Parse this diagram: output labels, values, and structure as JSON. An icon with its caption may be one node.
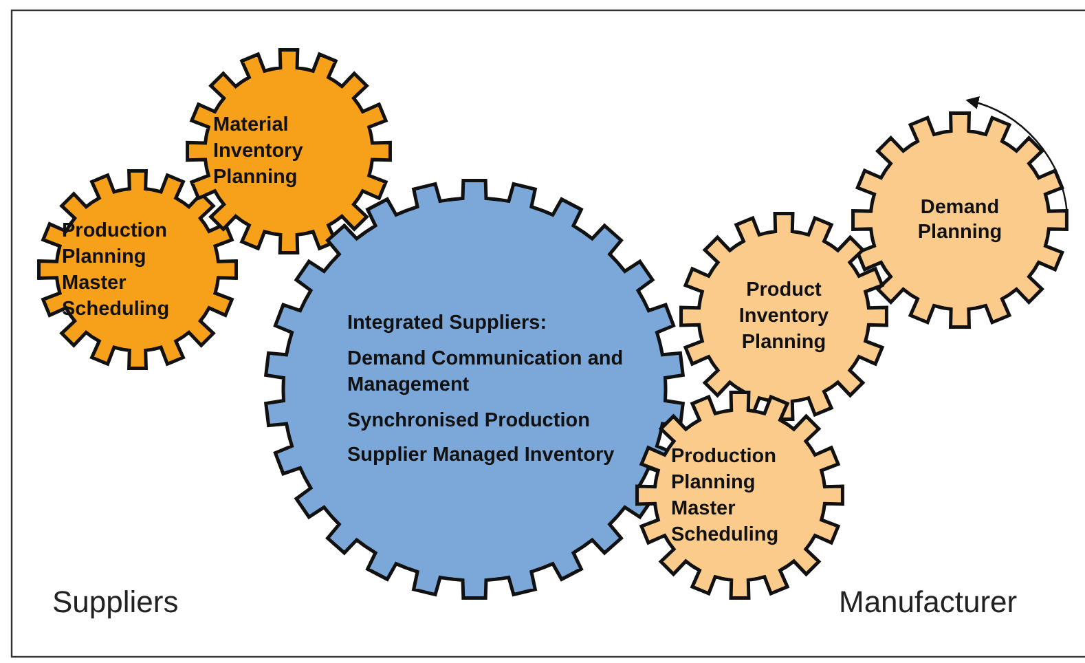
{
  "diagram": {
    "nodes": [
      {
        "text": [
          "Production Planning Master Scheduling"
        ]
      },
      {
        "text": [
          "Material Inventory Planning"
        ]
      },
      {
        "text": [
          "Integrated Suppliers:",
          "Demand Communication and Management",
          "Synchronised Production",
          "Supplier Managed Inventory"
        ]
      },
      {
        "text": [
          "Demand Planning"
        ]
      },
      {
        "text": [
          "Product Inventory Planning"
        ]
      },
      {
        "text": [
          "Production Planning Master Scheduling"
        ]
      }
    ],
    "labels": [
      "Suppliers",
      "Manufacturer"
    ]
  }
}
